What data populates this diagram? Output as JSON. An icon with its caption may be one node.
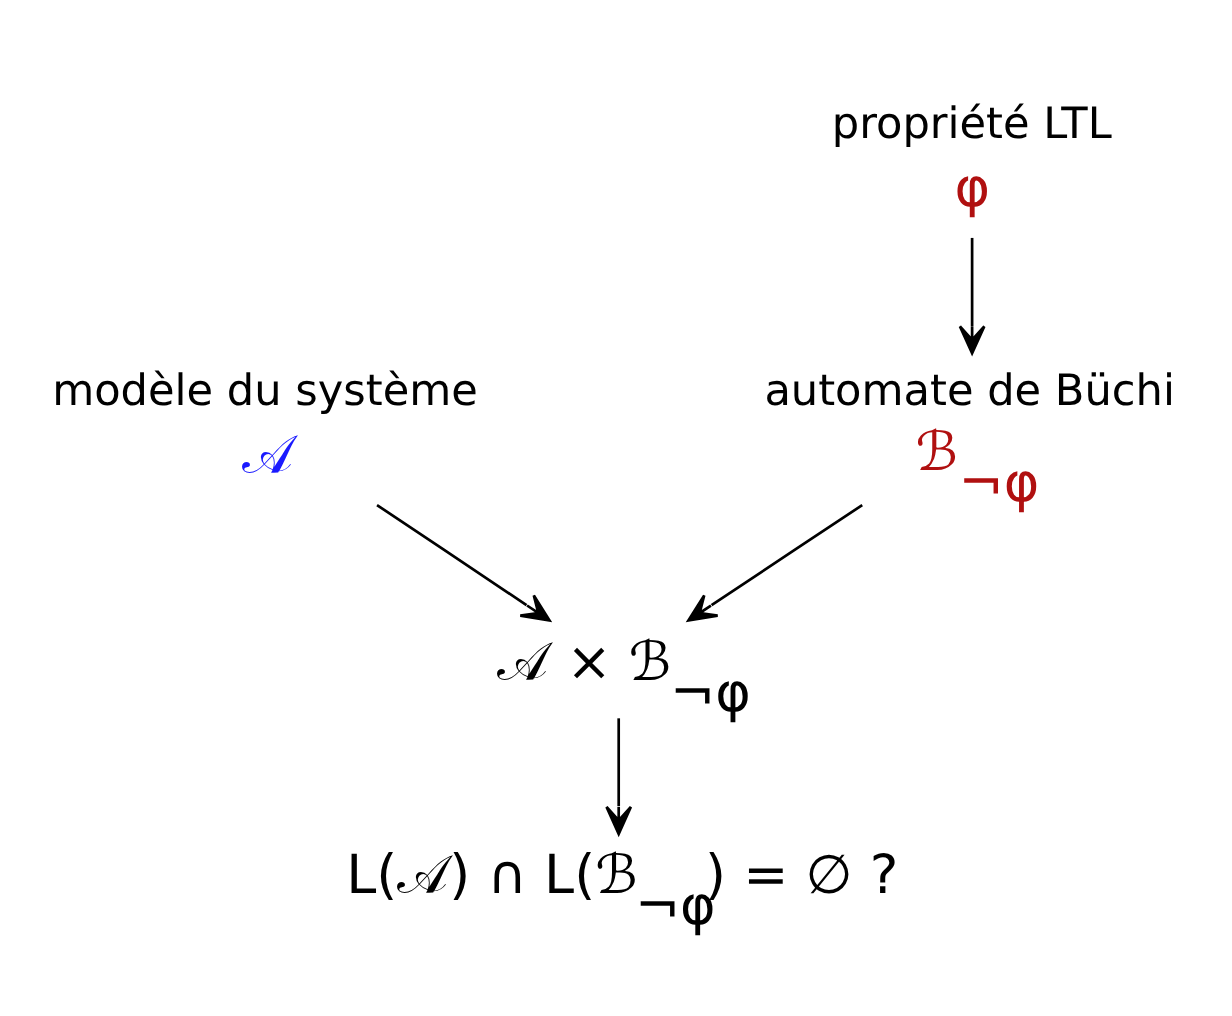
{
  "diagram": {
    "nodes": [
      {
        "text": [
          "modèle du système",
          "𝒜"
        ]
      },
      {
        "text": [
          "propriété LTL",
          "φ"
        ]
      },
      {
        "text": [
          "automate de Büchi",
          "ℬ$_{¬φ}$"
        ]
      },
      {
        "text": [
          "𝒜 × ℬ$_{¬φ}$"
        ]
      },
      {
        "text": [
          "L(𝒜) ∩ L(ℬ$_{¬φ}$) = ∅ ?"
        ]
      }
    ],
    "edges": [
      {
        "from": 0,
        "to": 3,
        "arrow": "to"
      },
      {
        "from": 1,
        "to": 2,
        "arrow": "to"
      },
      {
        "from": 2,
        "to": 3,
        "arrow": "to"
      },
      {
        "from": 3,
        "to": 4,
        "arrow": "to"
      }
    ]
  }
}
